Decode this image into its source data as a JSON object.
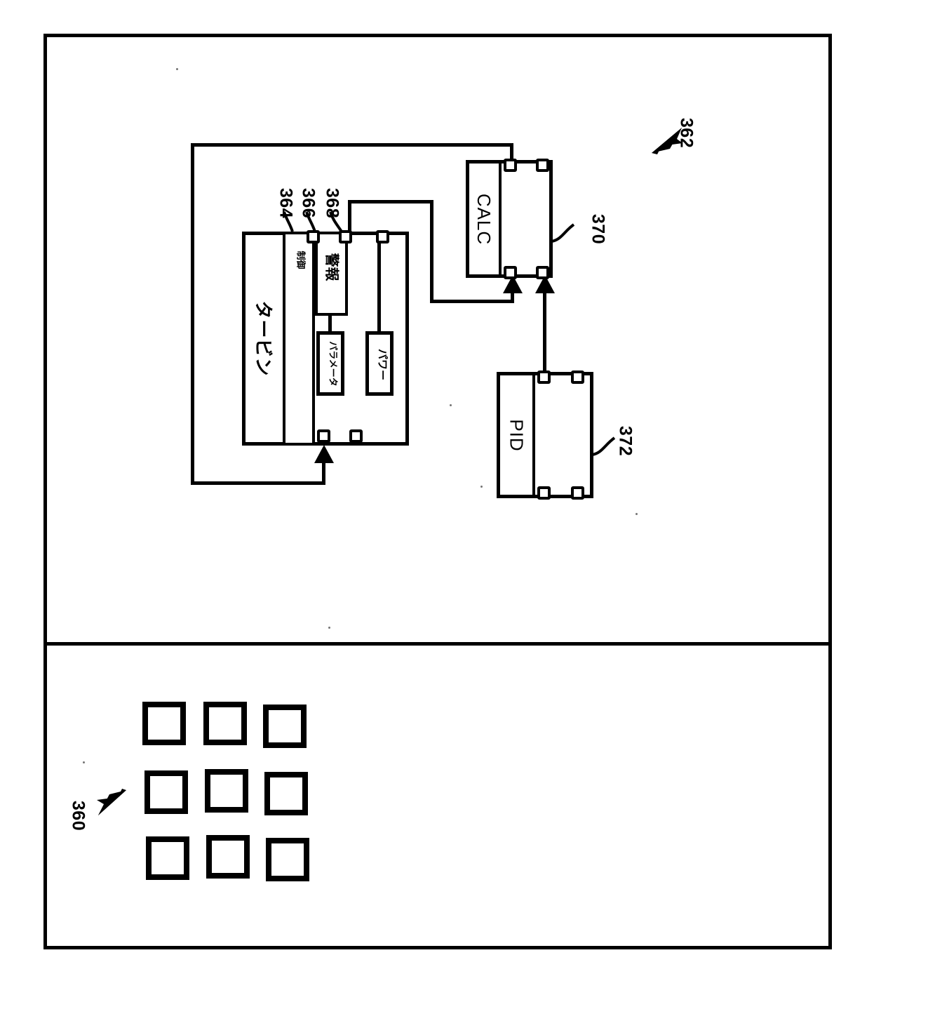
{
  "figure": {
    "kind": "patent-block-diagram",
    "orientation": "rotated-90-ccw",
    "panels": [
      {
        "id": "upper",
        "name": "control-block-diagram",
        "ref": "362"
      },
      {
        "id": "lower",
        "name": "tile-grid-panel",
        "ref": "360"
      }
    ]
  },
  "refs": {
    "r360": "360",
    "r362": "362",
    "r364": "364",
    "r366": "366",
    "r368": "368",
    "r370": "370",
    "r372": "372"
  },
  "blocks": {
    "turbine": {
      "label": "タービン",
      "name": "turbine-block",
      "ref": "362"
    },
    "control": {
      "label": "制御",
      "name": "control-sub-block",
      "ref": "364"
    },
    "alarm": {
      "label": "警報",
      "name": "alarm-sub-block",
      "ref": "366"
    },
    "parameter": {
      "label": "パラメータ",
      "name": "parameter-block"
    },
    "power": {
      "label": "パワー",
      "name": "power-block"
    },
    "calc": {
      "label": "CALC",
      "name": "calc-block",
      "ref": "370"
    },
    "pid": {
      "label": "PID",
      "name": "pid-block",
      "ref": "372"
    }
  },
  "grid": {
    "name": "tile-grid",
    "rows": 3,
    "cols": 3,
    "ref": "360",
    "cells": [
      {
        "id": "r1c1",
        "label": ""
      },
      {
        "id": "r1c2",
        "label": ""
      },
      {
        "id": "r1c3",
        "label": ""
      },
      {
        "id": "r2c1",
        "label": ""
      },
      {
        "id": "r2c2",
        "label": ""
      },
      {
        "id": "r2c3",
        "label": ""
      },
      {
        "id": "r3c1",
        "label": ""
      },
      {
        "id": "r3c2",
        "label": ""
      },
      {
        "id": "r3c3",
        "label": ""
      }
    ]
  },
  "colors": {
    "ink": "#000000",
    "paper": "#ffffff"
  }
}
